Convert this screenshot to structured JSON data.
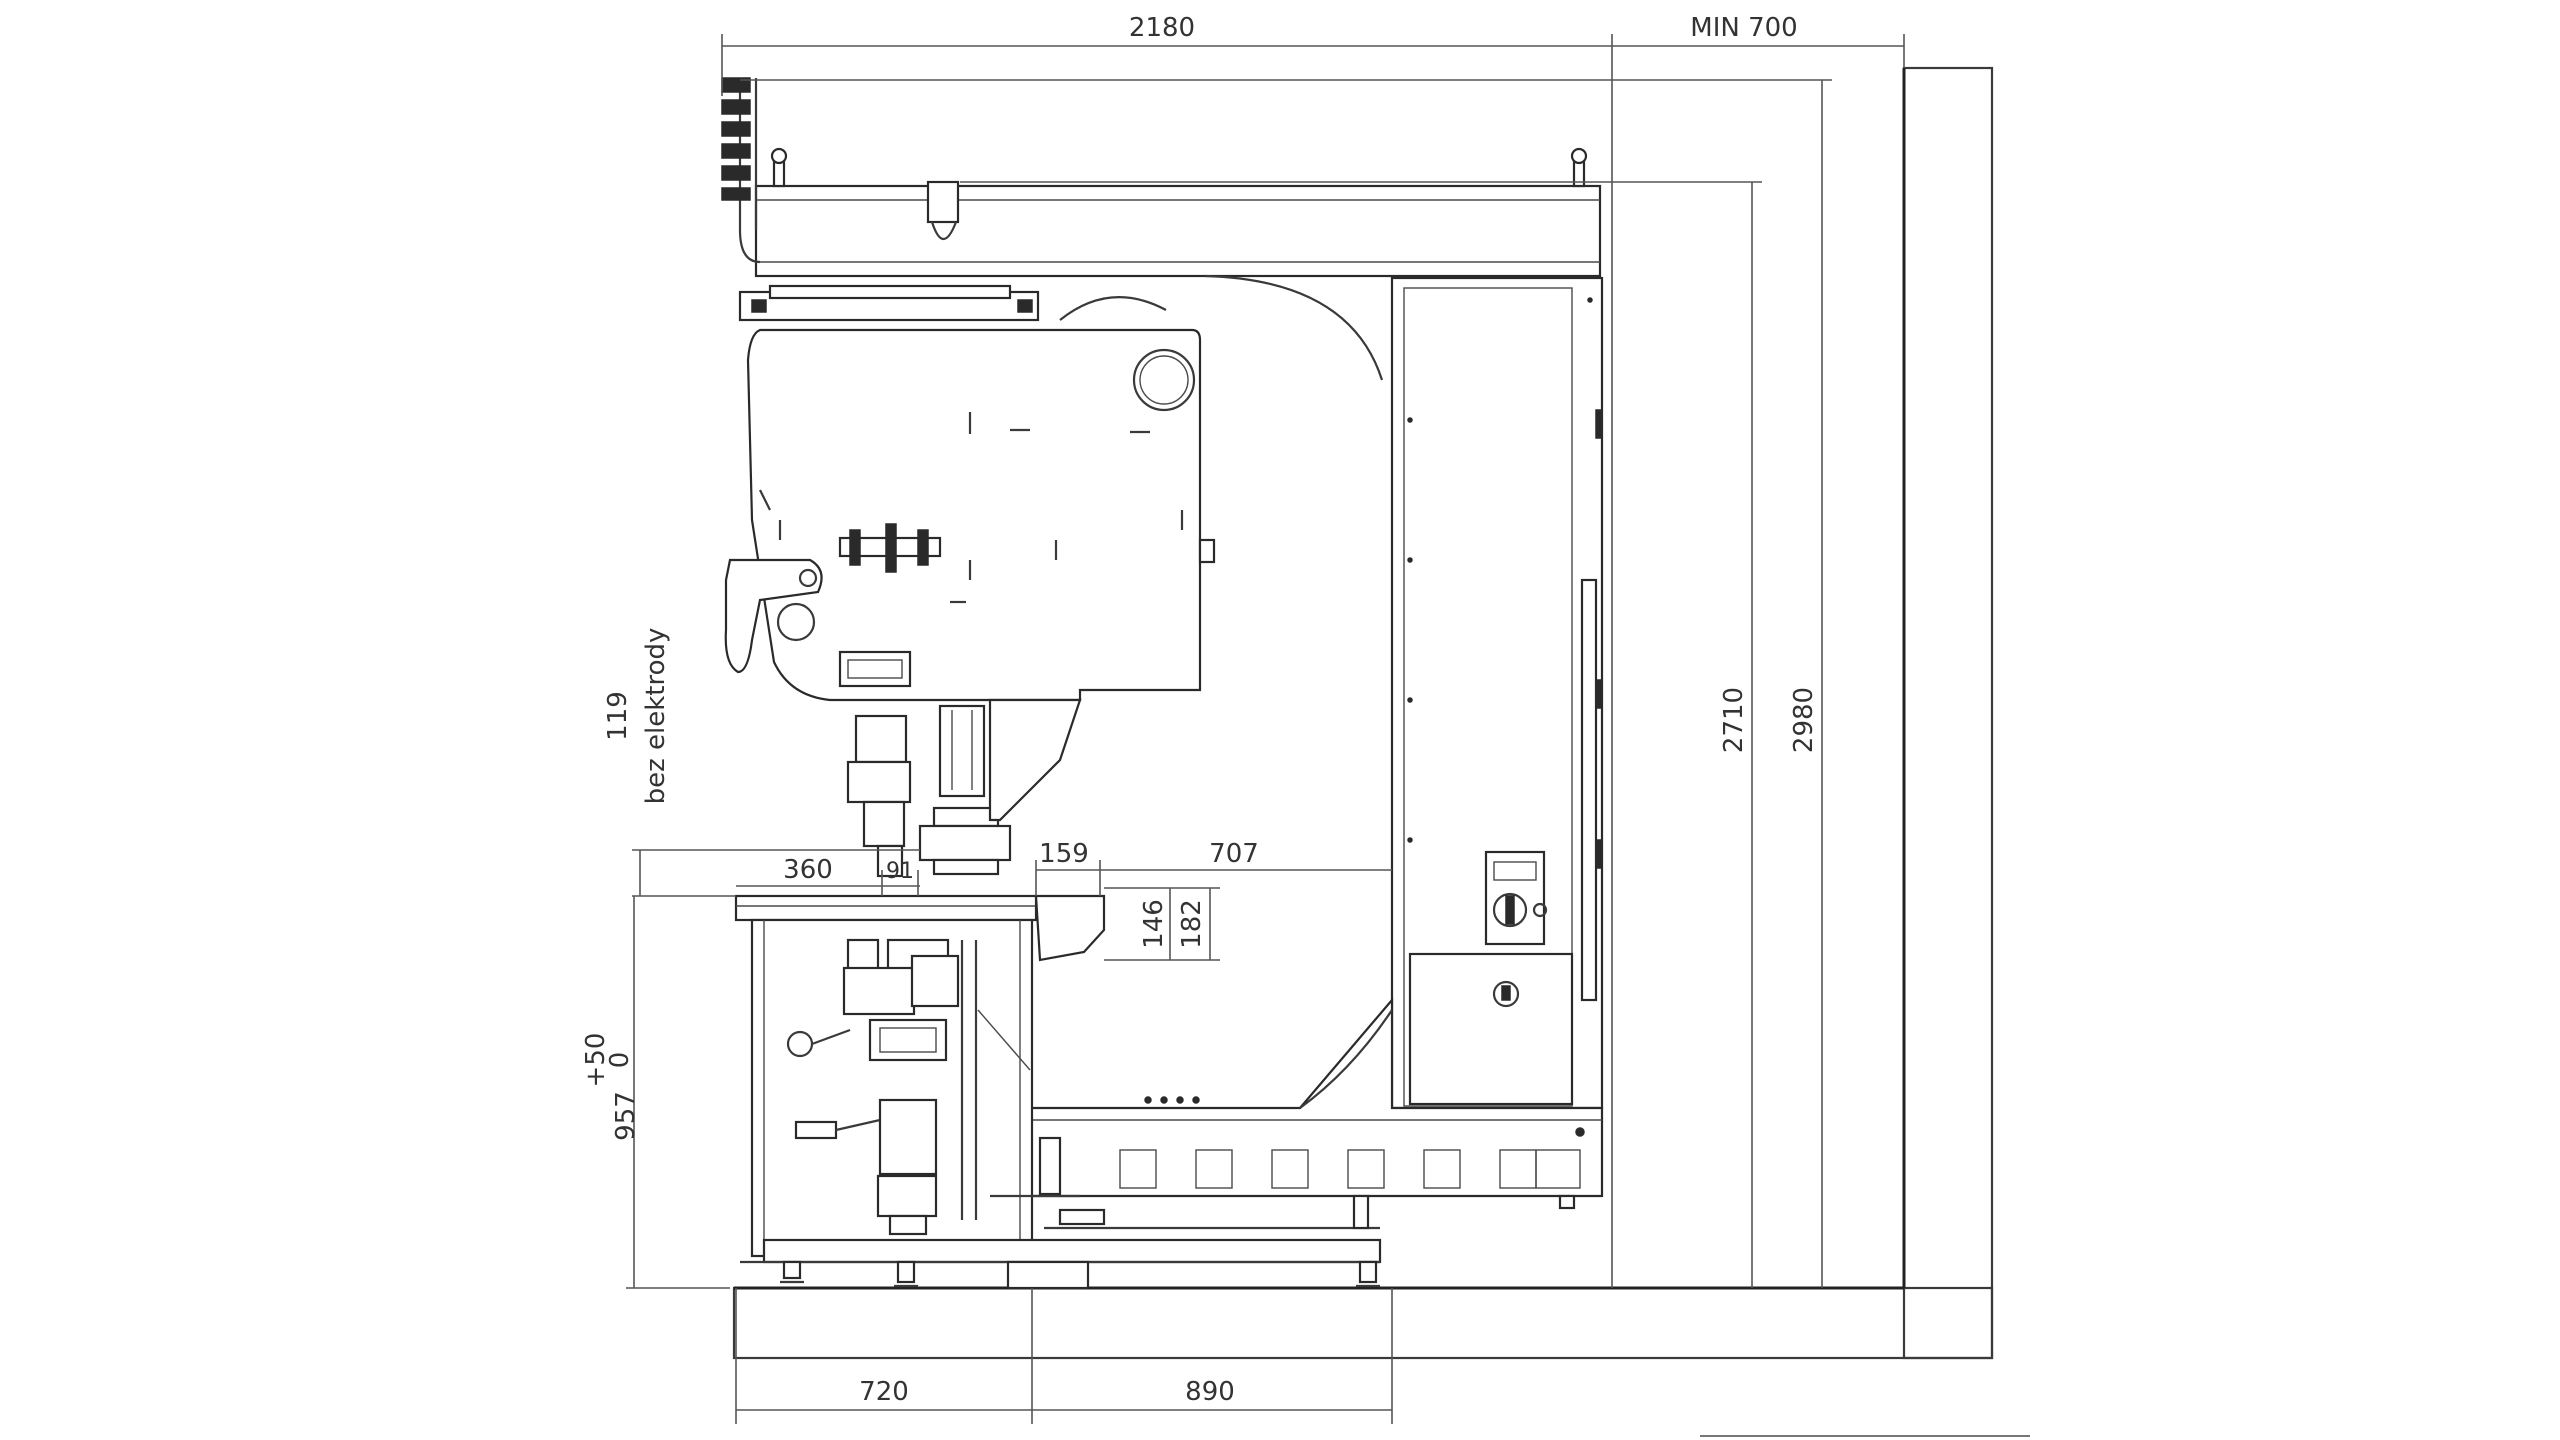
{
  "dimensions": {
    "overall_width": "2180",
    "wall_clearance": "MIN 700",
    "arm_height": "2710",
    "total_height": "2980",
    "electrode_offset": "119",
    "electrode_note": "bez elektrody",
    "table_height": "957",
    "table_tolerance_plus": "+50",
    "table_tolerance_zero": "0",
    "table_left": "360",
    "table_gap": "91",
    "tray_depth": "159",
    "tray_to_frame": "707",
    "tray_height_inner": "146",
    "tray_height_outer": "182",
    "base_left": "720",
    "base_right": "890"
  },
  "colors": {
    "line": "#3a3a3a",
    "background": "#ffffff",
    "hatch": "#444444"
  }
}
